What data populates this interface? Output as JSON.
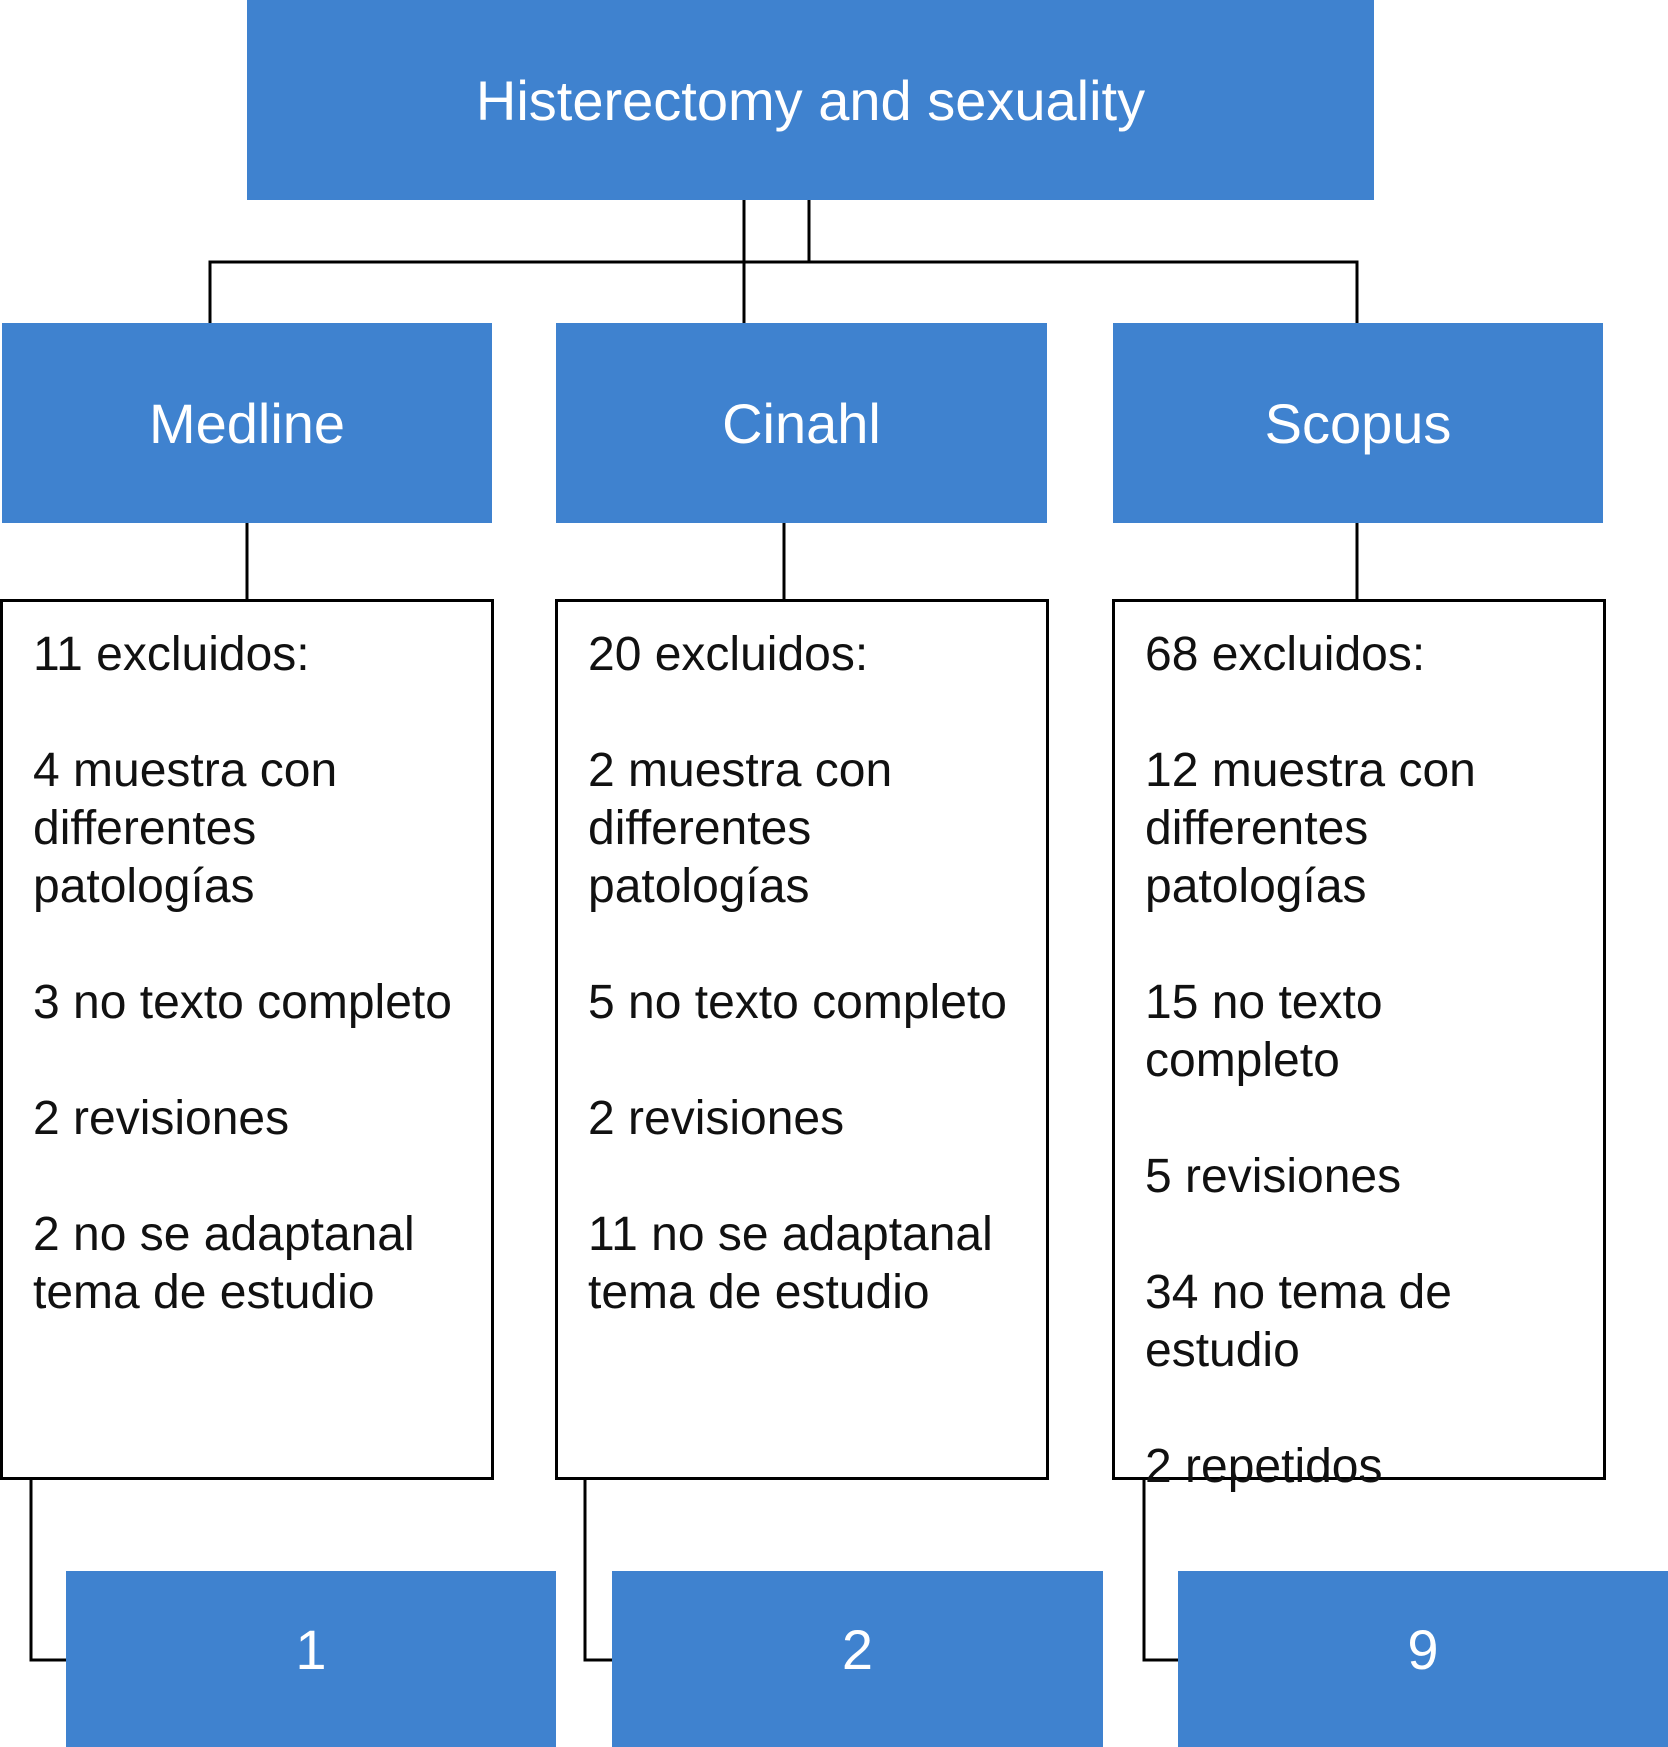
{
  "root": {
    "label": "Histerectomy and sexuality"
  },
  "databases": [
    {
      "name": "Medline",
      "excluded": [
        "11 excluidos:",
        "4 muestra con differentes patologías",
        "3 no texto completo",
        "2 revisiones",
        "2 no se adaptanal tema de estudio"
      ],
      "result": "1"
    },
    {
      "name": "Cinahl",
      "excluded": [
        "20 excluidos:",
        "2 muestra con differentes patologías",
        "5 no texto completo",
        "2 revisiones",
        "11 no se adaptanal tema de estudio"
      ],
      "result": "2"
    },
    {
      "name": "Scopus",
      "excluded": [
        "68 excluidos:",
        "12 muestra con differentes patologías",
        "15 no texto completo",
        "5 revisiones",
        "34 no tema de estudio",
        "2 repetidos"
      ],
      "result": "9"
    }
  ],
  "colors": {
    "box_fill": "#3f82cf",
    "line": "#000000",
    "text_on_blue": "#ffffff"
  }
}
